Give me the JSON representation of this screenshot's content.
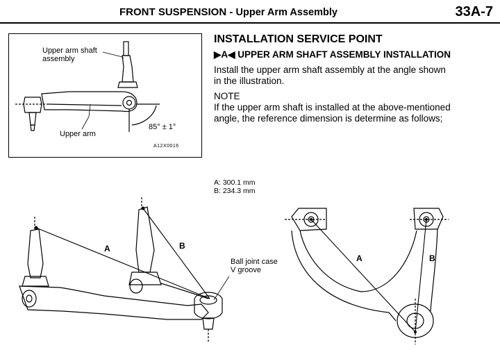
{
  "header": {
    "section": "FRONT SUSPENSION",
    "separator": "-",
    "subsection": "Upper Arm Assembly",
    "page_number": "33A-7"
  },
  "figure_top": {
    "label_shaft": "Upper arm shaft assembly",
    "label_shaft_line1": "Upper arm shaft",
    "label_shaft_line2": "assembly",
    "label_arm": "Upper arm",
    "label_angle": "85° ± 1°",
    "figure_code": "A12X0016"
  },
  "service_point": {
    "title": "INSTALLATION SERVICE POINT",
    "marker": "▶A◀",
    "subtitle": "UPPER ARM SHAFT ASSEMBLY INSTALLATION",
    "instruction_line1": "Install the upper arm shaft assembly at the angle shown",
    "instruction_line2": "in the illustration.",
    "note_heading": "NOTE",
    "note_line1": "If the upper arm shaft is installed at the above-mentioned",
    "note_line2": "angle, the reference dimension is determine as follows;"
  },
  "dimensions": {
    "a": "A: 300.1 mm",
    "b": "B: 234.3 mm"
  },
  "figure_bottom": {
    "label_a": "A",
    "label_b": "B",
    "ball_joint_line1": "Ball joint case",
    "ball_joint_line2": "V groove",
    "label_a_right": "A",
    "label_b_right": "B"
  }
}
